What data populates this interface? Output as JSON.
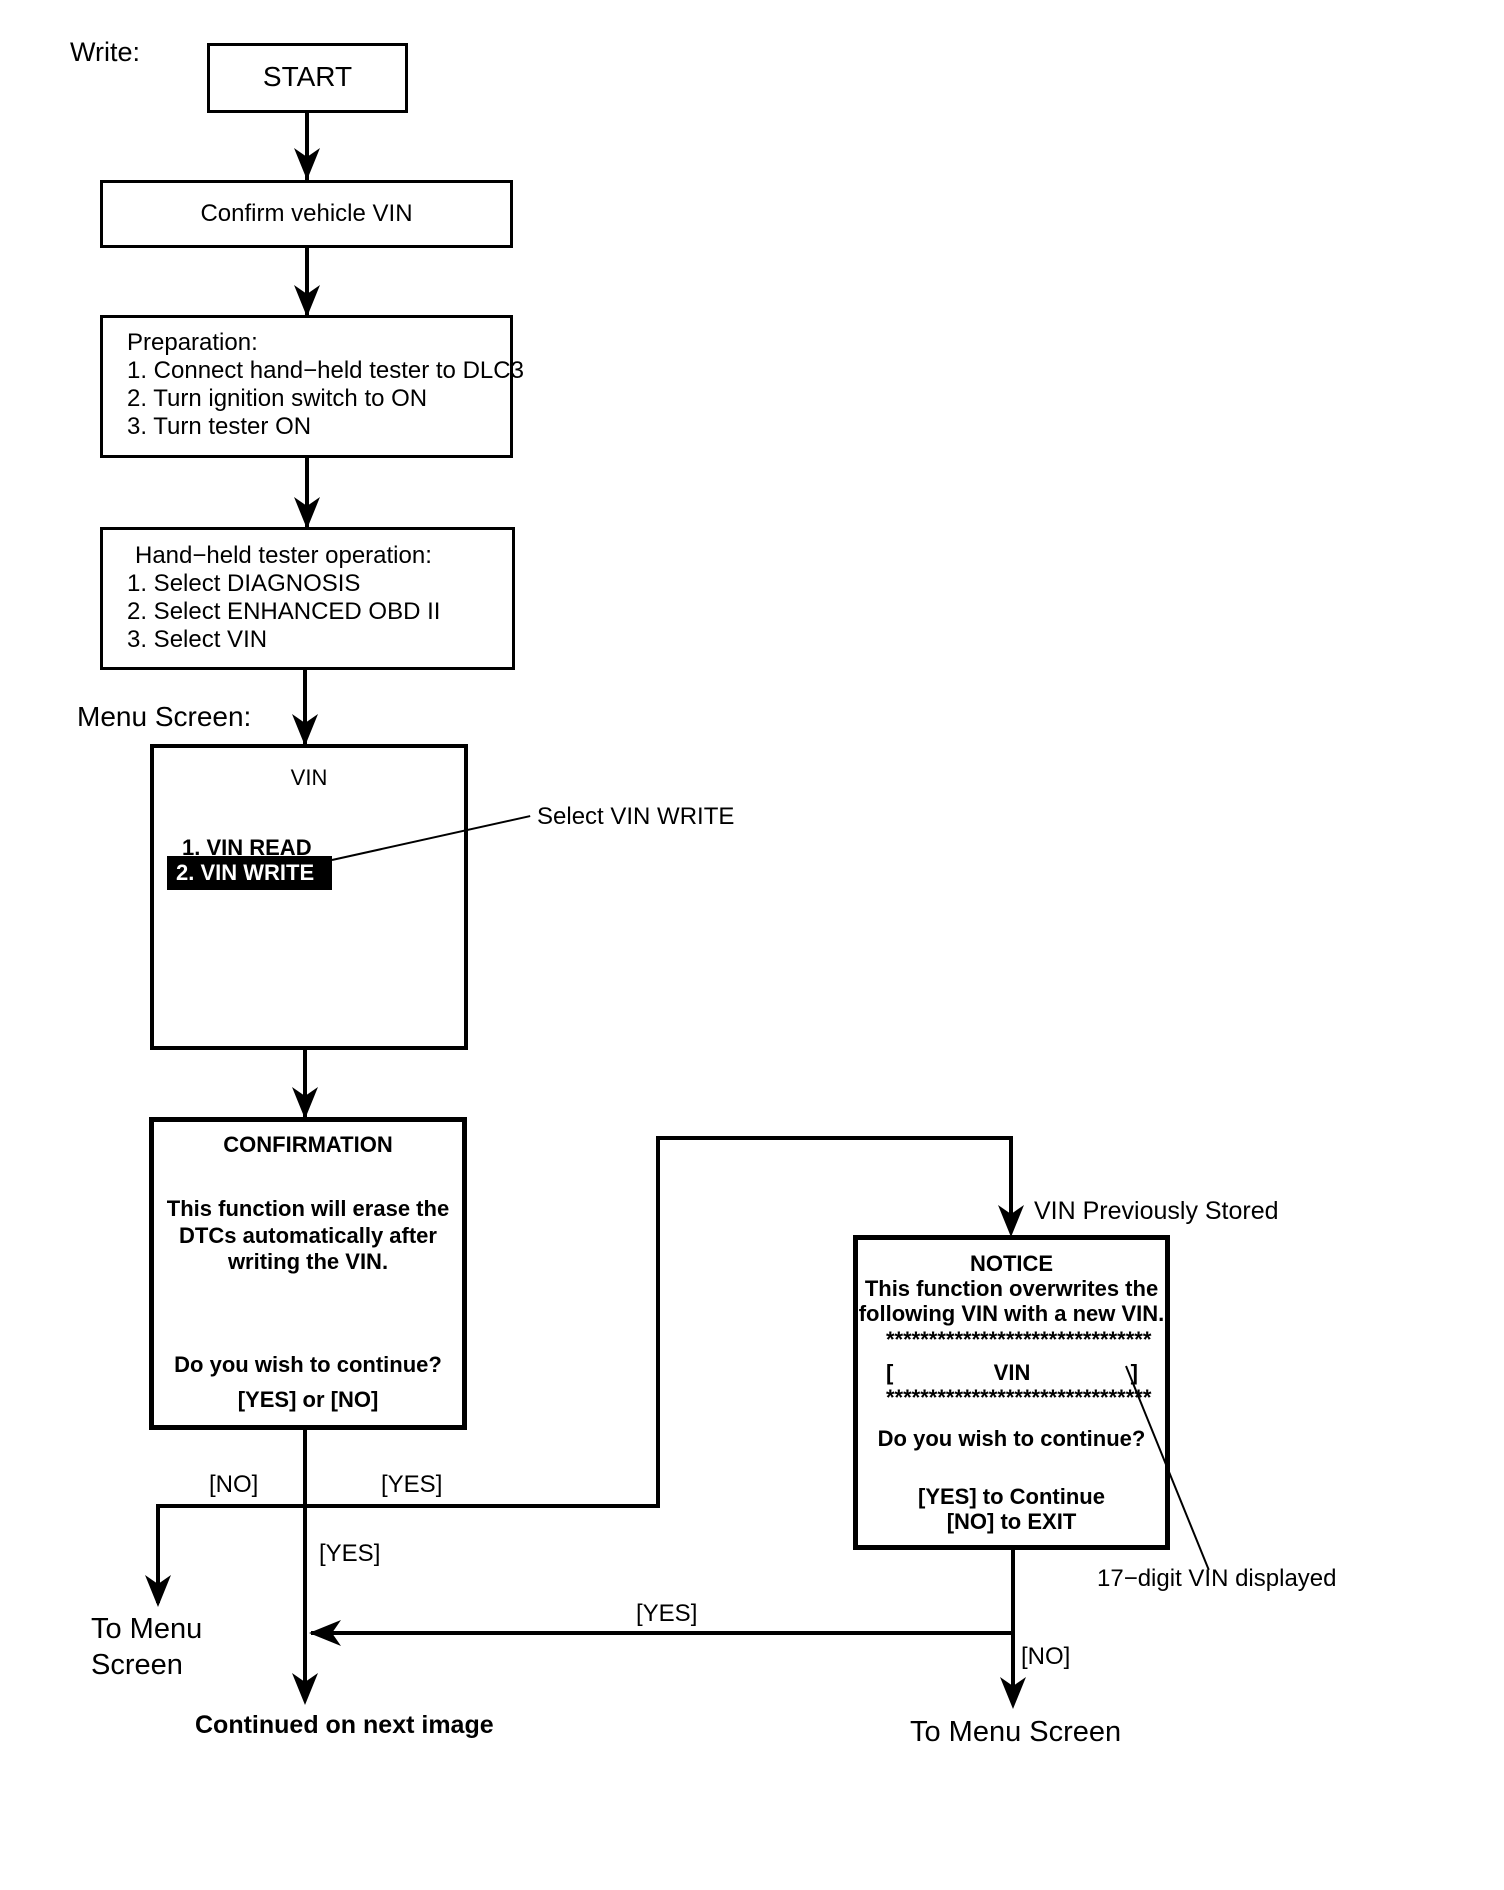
{
  "page_label": "Write:",
  "flow": {
    "start": "START",
    "confirm": "Confirm vehicle VIN",
    "preparation": {
      "lines": [
        "Preparation:",
        "1. Connect hand−held tester to DLC3",
        "2. Turn ignition switch to ON",
        "3. Turn tester ON"
      ]
    },
    "tester": {
      "lines": [
        "Hand−held tester operation:",
        "1. Select DIAGNOSIS",
        "2. Select ENHANCED OBD II",
        "3. Select VIN"
      ]
    }
  },
  "menu_screen_label": "Menu Screen:",
  "menu": {
    "title": "VIN",
    "item1": "1. VIN READ",
    "item2": "2. VIN WRITE",
    "annotation": "Select VIN WRITE"
  },
  "confirmation": {
    "title": "CONFIRMATION",
    "body1": "This function will erase the",
    "body2": "DTCs automatically after",
    "body3": "writing the VIN.",
    "question": "Do you wish to continue?",
    "options": "[YES] or [NO]"
  },
  "notice": {
    "stored_label": "VIN Previously Stored",
    "title": "NOTICE",
    "body1": "This function overwrites the",
    "body2": "following VIN with a new VIN.",
    "stars1": "*******************************",
    "bracket_open": "[",
    "vin": "VIN",
    "bracket_close": "]",
    "stars2": "*******************************",
    "question": "Do you wish to continue?",
    "yes_line": "[YES] to Continue",
    "no_line": "[NO] to EXIT",
    "annotation": "17−digit VIN displayed"
  },
  "branches": {
    "no_left": "[NO]",
    "yes_right": "[YES]",
    "yes_center": "[YES]",
    "yes_return": "[YES]",
    "no_bottom": "[NO]"
  },
  "exits": {
    "to_menu_left_1": "To Menu",
    "to_menu_left_2": "Screen",
    "continued": "Continued on next image",
    "to_menu_right": "To Menu Screen"
  },
  "colors": {
    "ink": "#000000",
    "paper": "#ffffff",
    "highlight_bg": "#000000",
    "highlight_text": "#ffffff"
  }
}
